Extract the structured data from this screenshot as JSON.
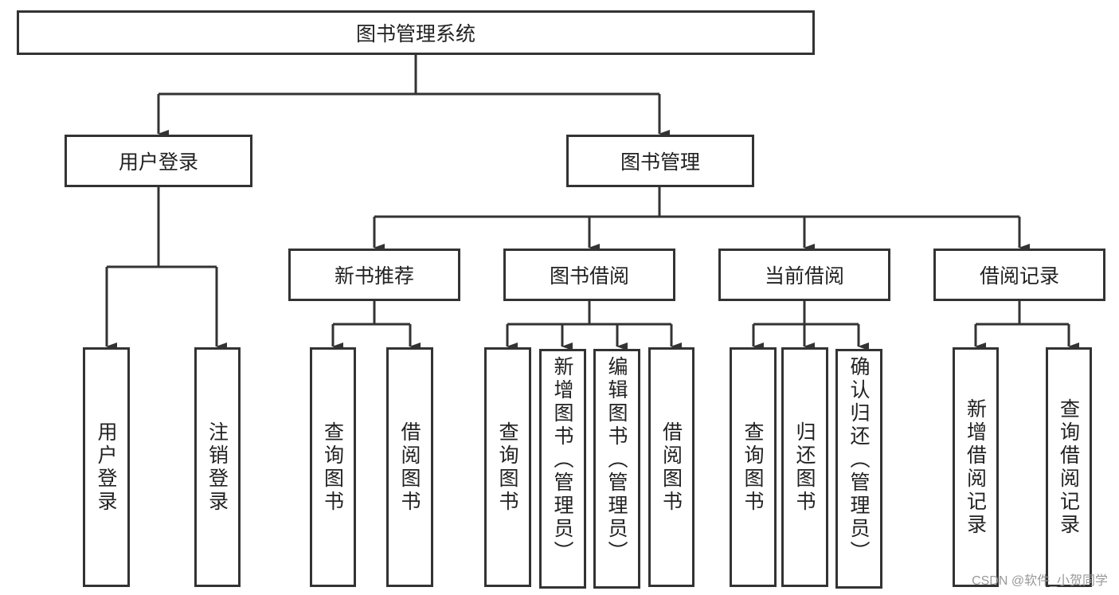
{
  "root": "图书管理系统",
  "level1": [
    "用户登录",
    "图书管理"
  ],
  "user_login_children": [
    "用户登录",
    "注销登录"
  ],
  "book_mgmt_children": [
    "新书推荐",
    "图书借阅",
    "当前借阅",
    "借阅记录"
  ],
  "new_book_children": [
    "查询图书",
    "借阅图书"
  ],
  "borrow_children": [
    "查询图书",
    "新增图书（管理员）",
    "编辑图书（管理员）",
    "借阅图书"
  ],
  "current_children": [
    "查询图书",
    "归还图书",
    "确认归还（管理员）"
  ],
  "record_children": [
    "新增借阅记录",
    "查询借阅记录"
  ],
  "watermark": "CSDN @软件_小贺同学",
  "colors": {
    "stroke": "#333333",
    "background": "#ffffff"
  }
}
